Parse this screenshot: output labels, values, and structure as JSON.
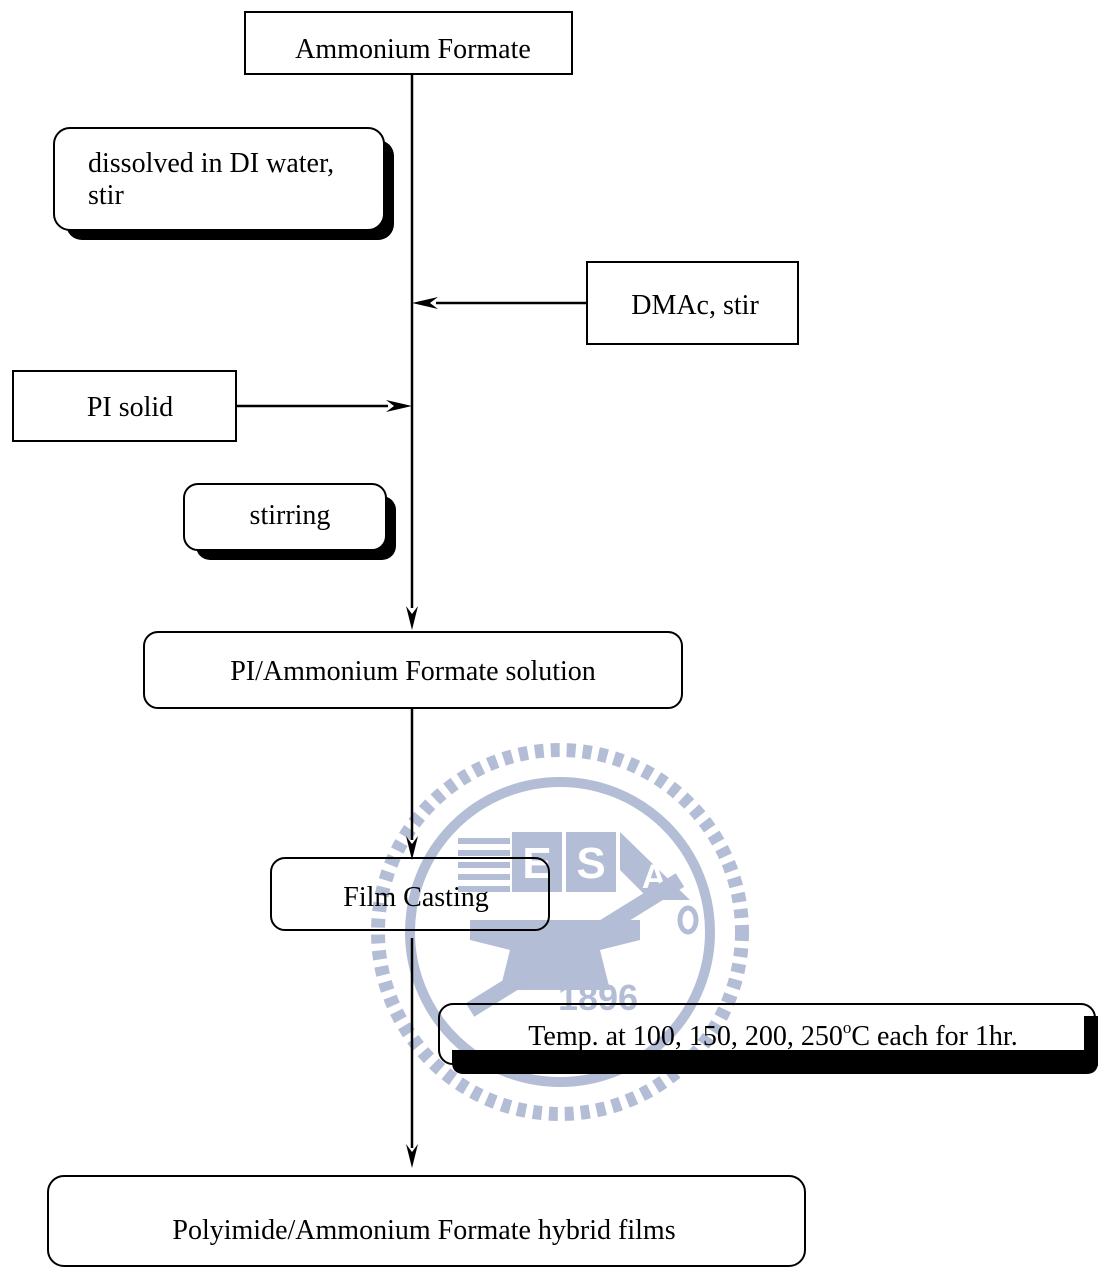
{
  "nodes": {
    "ammonium_formate": "Ammonium Formate",
    "dissolve_line1": "dissolved in DI water,",
    "dissolve_line2": "stir",
    "dmac": "DMAc, stir",
    "pi_solid": "PI solid",
    "stirring": "stirring",
    "pi_solution": "PI/Ammonium Formate solution",
    "film_casting": "Film Casting",
    "temp_prefix": "Temp. at 100, 150, 200, 250",
    "temp_sup": "o",
    "temp_suffix": "C each for 1hr.",
    "hybrid_films": "Polyimide/Ammonium Formate hybrid films"
  },
  "watermark": {
    "letters": [
      "E",
      "S",
      "A"
    ],
    "year": "1896",
    "color": "#9aa8c8"
  }
}
